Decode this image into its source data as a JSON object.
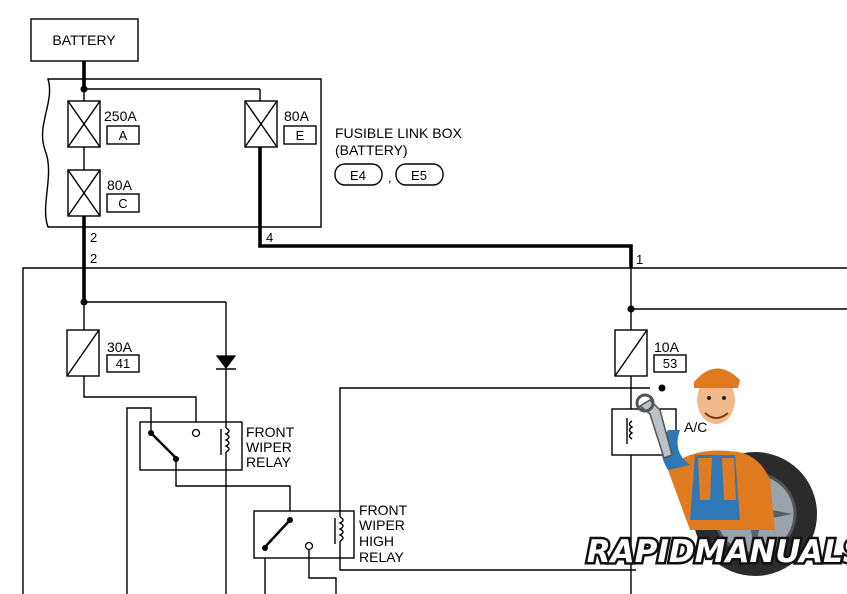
{
  "battery": {
    "label": "BATTERY"
  },
  "fusible_link_box": {
    "title_line1": "FUSIBLE LINK BOX",
    "title_line2": "(BATTERY)",
    "connectors": [
      "E4",
      "E5"
    ],
    "separator": ",",
    "fuses": [
      {
        "rating": "250A",
        "code": "A"
      },
      {
        "rating": "80A",
        "code": "C"
      },
      {
        "rating": "80A",
        "code": "E"
      }
    ]
  },
  "terminals": {
    "t2_top": "2",
    "t2_bottom": "2",
    "t4": "4",
    "t1": "1"
  },
  "fuses_main": [
    {
      "rating": "30A",
      "code": "41"
    },
    {
      "rating": "10A",
      "code": "53"
    }
  ],
  "relays": {
    "front_wiper": [
      "FRONT",
      "WIPER",
      "RELAY"
    ],
    "front_wiper_high": [
      "FRONT",
      "WIPER",
      "HIGH",
      "RELAY"
    ],
    "ac_partial": "A/C"
  },
  "watermark": {
    "brand": "RAPIDMANUALS"
  }
}
